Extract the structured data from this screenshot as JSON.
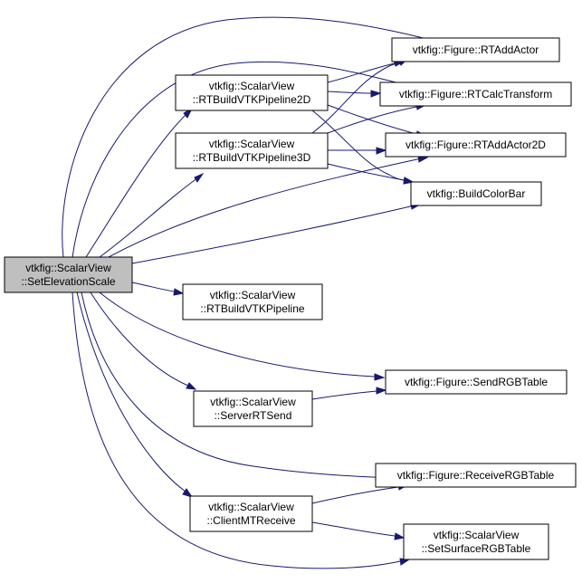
{
  "nodes": {
    "set_elevation_scale": {
      "line1": "vtkfig::ScalarView",
      "line2": "::SetElevationScale"
    },
    "rt_build_2d": {
      "line1": "vtkfig::ScalarView",
      "line2": "::RTBuildVTKPipeline2D"
    },
    "rt_build_3d": {
      "line1": "vtkfig::ScalarView",
      "line2": "::RTBuildVTKPipeline3D"
    },
    "rt_build": {
      "line1": "vtkfig::ScalarView",
      "line2": "::RTBuildVTKPipeline"
    },
    "server_rt_send": {
      "line1": "vtkfig::ScalarView",
      "line2": "::ServerRTSend"
    },
    "client_mt_receive": {
      "line1": "vtkfig::ScalarView",
      "line2": "::ClientMTReceive"
    },
    "rt_add_actor": {
      "line1": "vtkfig::Figure::RTAddActor"
    },
    "rt_calc_transform": {
      "line1": "vtkfig::Figure::RTCalcTransform"
    },
    "rt_add_actor_2d": {
      "line1": "vtkfig::Figure::RTAddActor2D"
    },
    "build_color_bar": {
      "line1": "vtkfig::BuildColorBar"
    },
    "send_rgb_table": {
      "line1": "vtkfig::Figure::SendRGBTable"
    },
    "receive_rgb_table": {
      "line1": "vtkfig::Figure::ReceiveRGBTable"
    },
    "set_surface_rgb_table": {
      "line1": "vtkfig::ScalarView",
      "line2": "::SetSurfaceRGBTable"
    }
  },
  "colors": {
    "edge": "#191970",
    "root_fill": "#bfbfbf",
    "node_fill": "#ffffff",
    "node_stroke": "#000000"
  }
}
